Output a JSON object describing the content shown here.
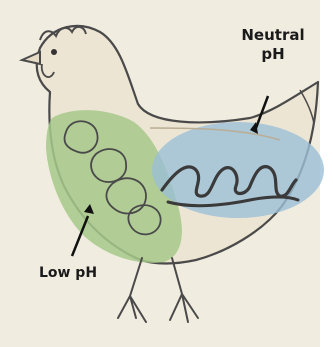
{
  "labels": {
    "neutral_line1": "Neutral",
    "neutral_line2": "pH",
    "low": "Low pH"
  },
  "colors": {
    "background": "#f1ece0",
    "low_ph_region": "#a6c98a",
    "neutral_ph_region": "#9bbfd6",
    "outline": "#3a3a3a"
  }
}
